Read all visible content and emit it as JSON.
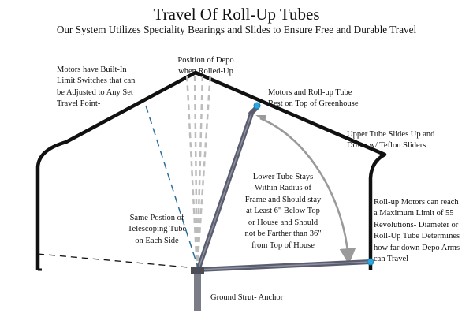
{
  "title": "Travel Of Roll-Up Tubes",
  "subtitle": "Our System Utilizes Speciality Bearings and Slides to Ensure Free and Durable Travel",
  "labels": {
    "depo_position": [
      "Position of Depo",
      "when Rolled-Up"
    ],
    "limit_switches": [
      "Motors have Built-In",
      "Limit Switches that can",
      "be Adjusted to Any Set",
      "Travel Point-"
    ],
    "motors_rest": [
      "Motors and Roll-up Tube",
      "Rest on Top of Greenhouse"
    ],
    "upper_tube": [
      "Upper Tube Slides Up and",
      "Down w/ Teflon Sliders"
    ],
    "lower_tube": [
      "Lower Tube Stays",
      "Within Radius of",
      "Frame and Should stay",
      "at Least 6\" Below Top",
      "or House and Should",
      "not be Farther than 36\"",
      "from Top of House"
    ],
    "telescoping": [
      "Same Postion of",
      "Telescoping Tube",
      "on Each Side"
    ],
    "max_limit": [
      "Roll-up Motors can reach",
      "a Maximum Limit of 55",
      "Revolutions- Diameter or",
      "Roll-Up Tube Determines",
      "how far down Depo Arms",
      "can Travel"
    ],
    "ground_strut": "Ground Strut- Anchor"
  },
  "colors": {
    "frame": "#111111",
    "tube": "#5a5d6e",
    "arrow": "#9a9a9a",
    "dashed_blue": "#2a6f9a",
    "motor_dot": "#2aa7e0"
  }
}
